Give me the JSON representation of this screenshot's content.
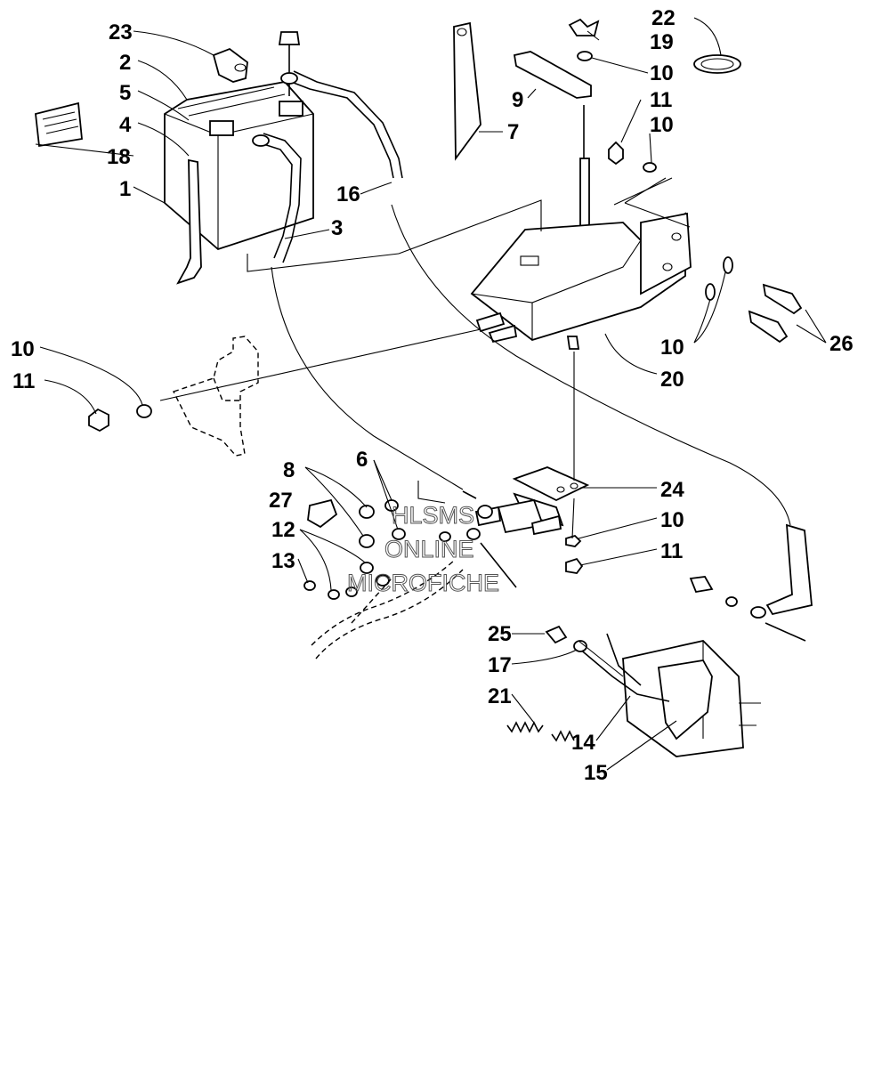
{
  "watermark": [
    "HLSMS",
    "ONLINE",
    "MICROFICHE"
  ],
  "callouts": [
    "23",
    "2",
    "5",
    "4",
    "18",
    "1",
    "3",
    "16",
    "7",
    "9",
    "19",
    "10",
    "22",
    "11",
    "10",
    "20",
    "26",
    "10",
    "10",
    "11",
    "8",
    "6",
    "27",
    "12",
    "13",
    "24",
    "10",
    "11",
    "25",
    "17",
    "21",
    "14",
    "15"
  ]
}
